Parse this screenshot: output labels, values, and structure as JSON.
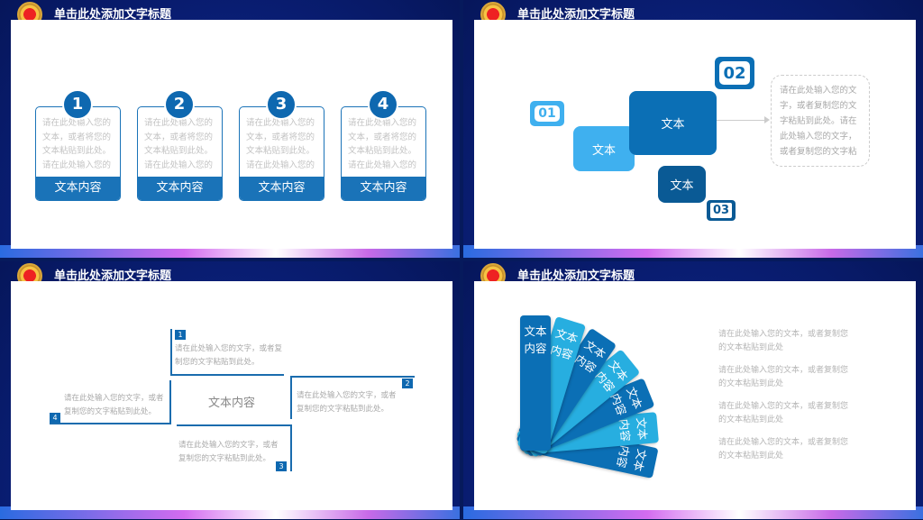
{
  "slide_title": "单击此处添加文字标题",
  "colors": {
    "primary": "#1a73b8",
    "dark": "#0a5a95",
    "light": "#3fb0ef",
    "background": "#0a1f78"
  },
  "slide1": {
    "cards": [
      {
        "num": "1",
        "lines": [
          "请在此处输入您的",
          "文本，或者将您的",
          "文本粘贴到此处。",
          "请在此处输入您的"
        ],
        "label": "文本内容"
      },
      {
        "num": "2",
        "lines": [
          "请在此处输入您的",
          "文本，或者将您的",
          "文本粘贴到此处。",
          "请在此处输入您的"
        ],
        "label": "文本内容"
      },
      {
        "num": "3",
        "lines": [
          "请在此处输入您的",
          "文本，或者将您的",
          "文本粘贴到此处。",
          "请在此处输入您的"
        ],
        "label": "文本内容"
      },
      {
        "num": "4",
        "lines": [
          "请在此处输入您的",
          "文本，或者将您的",
          "文本粘贴到此处。",
          "请在此处输入您的"
        ],
        "label": "文本内容"
      }
    ]
  },
  "slide2": {
    "b1": {
      "num": "01",
      "text": "文本"
    },
    "b2": {
      "num": "02",
      "text": "文本"
    },
    "b3": {
      "num": "03",
      "text": "文本"
    },
    "desc_lines": [
      "请在此处输入您的文",
      "字，或者复制您的文",
      "字粘贴到此处。请在",
      "此处输入您的文字，",
      "或者复制您的文字粘"
    ]
  },
  "slide3": {
    "center": "文本内容",
    "items": [
      {
        "num": "1",
        "lines": [
          "请在此处输入您的文字，或者复",
          "制您的文字粘贴到此处。"
        ]
      },
      {
        "num": "2",
        "lines": [
          "请在此处输入您的文字，或者",
          "复制您的文字粘贴到此处。"
        ]
      },
      {
        "num": "3",
        "lines": [
          "请在此处输入您的文字，或者",
          "复制您的文字粘贴到此处。"
        ]
      },
      {
        "num": "4",
        "lines": [
          "请在此处输入您的文字，或者",
          "复制您的文字粘贴到此处。"
        ]
      }
    ]
  },
  "slide4": {
    "fan_labels": [
      "文本内容",
      "文本内容",
      "文本内容",
      "文本内容",
      "文本内容",
      "文本内容",
      "文本内容"
    ],
    "paragraphs": [
      [
        "请在此处输入您的文本，或者复制您",
        "的文本粘贴到此处"
      ],
      [
        "请在此处输入您的文本，或者复制您",
        "的文本粘贴到此处"
      ],
      [
        "请在此处输入您的文本，或者复制您",
        "的文本粘贴到此处"
      ],
      [
        "请在此处输入您的文本，或者复制您",
        "的文本粘贴到此处"
      ]
    ]
  }
}
